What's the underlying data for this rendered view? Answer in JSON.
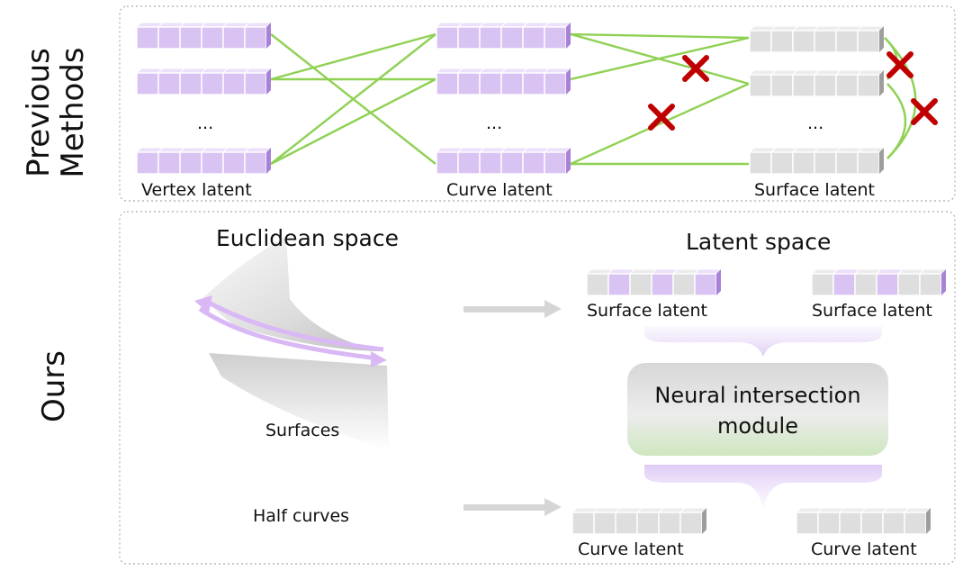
{
  "sections": {
    "previous": {
      "side_label_line1": "Previous",
      "side_label_line2": "Methods",
      "vertex_label": "Vertex latent",
      "curve_label": "Curve latent",
      "surface_label": "Surface latent",
      "ellipsis": "..."
    },
    "ours": {
      "side_label": "Ours",
      "euclidean_title": "Euclidean space",
      "latent_title": "Latent space",
      "surfaces_label": "Surfaces",
      "half_curves_label": "Half curves",
      "surface_latent_left": "Surface latent",
      "surface_latent_right": "Surface latent",
      "module_line1": "Neural intersection",
      "module_line2": "module",
      "curve_latent_left": "Curve latent",
      "curve_latent_right": "Curve latent"
    }
  },
  "colors": {
    "purple": "#d9c3f2",
    "purple_side": "#a882d6",
    "gray": "#dedede",
    "gray_side": "#9e9e9e",
    "green_line": "#8fd154",
    "red_x": "#c00000",
    "arrow": "#d6d6d6"
  }
}
